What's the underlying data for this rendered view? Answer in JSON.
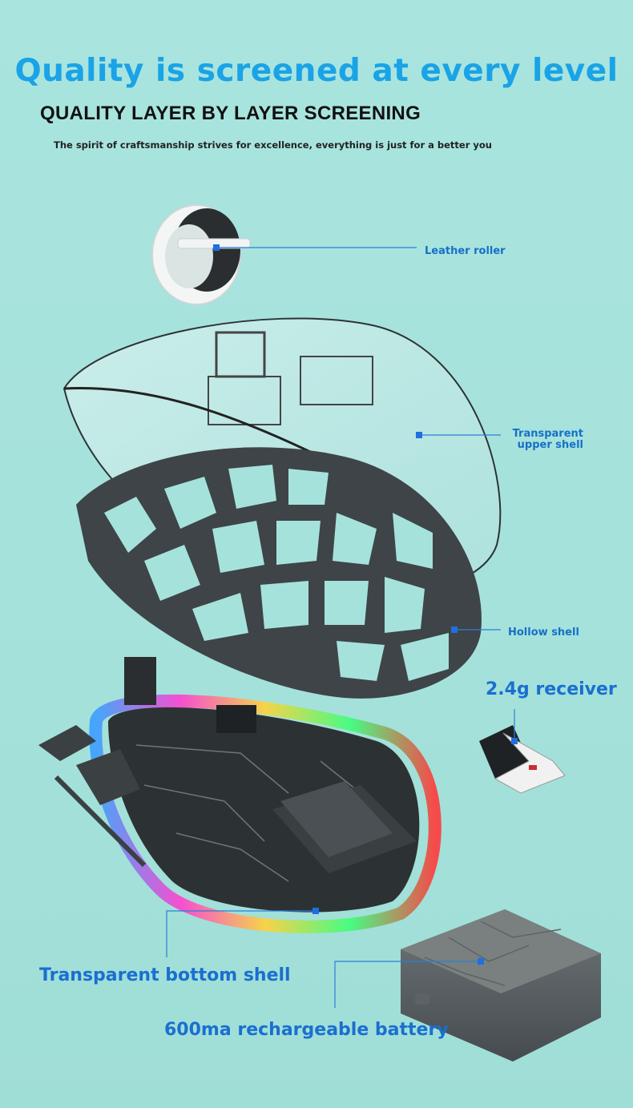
{
  "header": {
    "headline": "Quality is screened at every level",
    "subheadline": "QUALITY LAYER BY LAYER SCREENING",
    "tagline": "The spirit of craftsmanship strives for excellence, everything is just for a better you"
  },
  "callouts": {
    "leather_roller": "Leather roller",
    "upper_shell_line1": "Transparent",
    "upper_shell_line2": "upper shell",
    "hollow_shell": "Hollow shell",
    "receiver": "2.4g receiver",
    "bottom_shell": "Transparent bottom shell",
    "battery": "600ma rechargeable battery"
  },
  "colors": {
    "background": "#a6e2dc",
    "headline": "#1aa3e6",
    "callout_text": "#1670c8",
    "leader_line": "#2b7fd6",
    "marker": "#1f6fe0"
  }
}
